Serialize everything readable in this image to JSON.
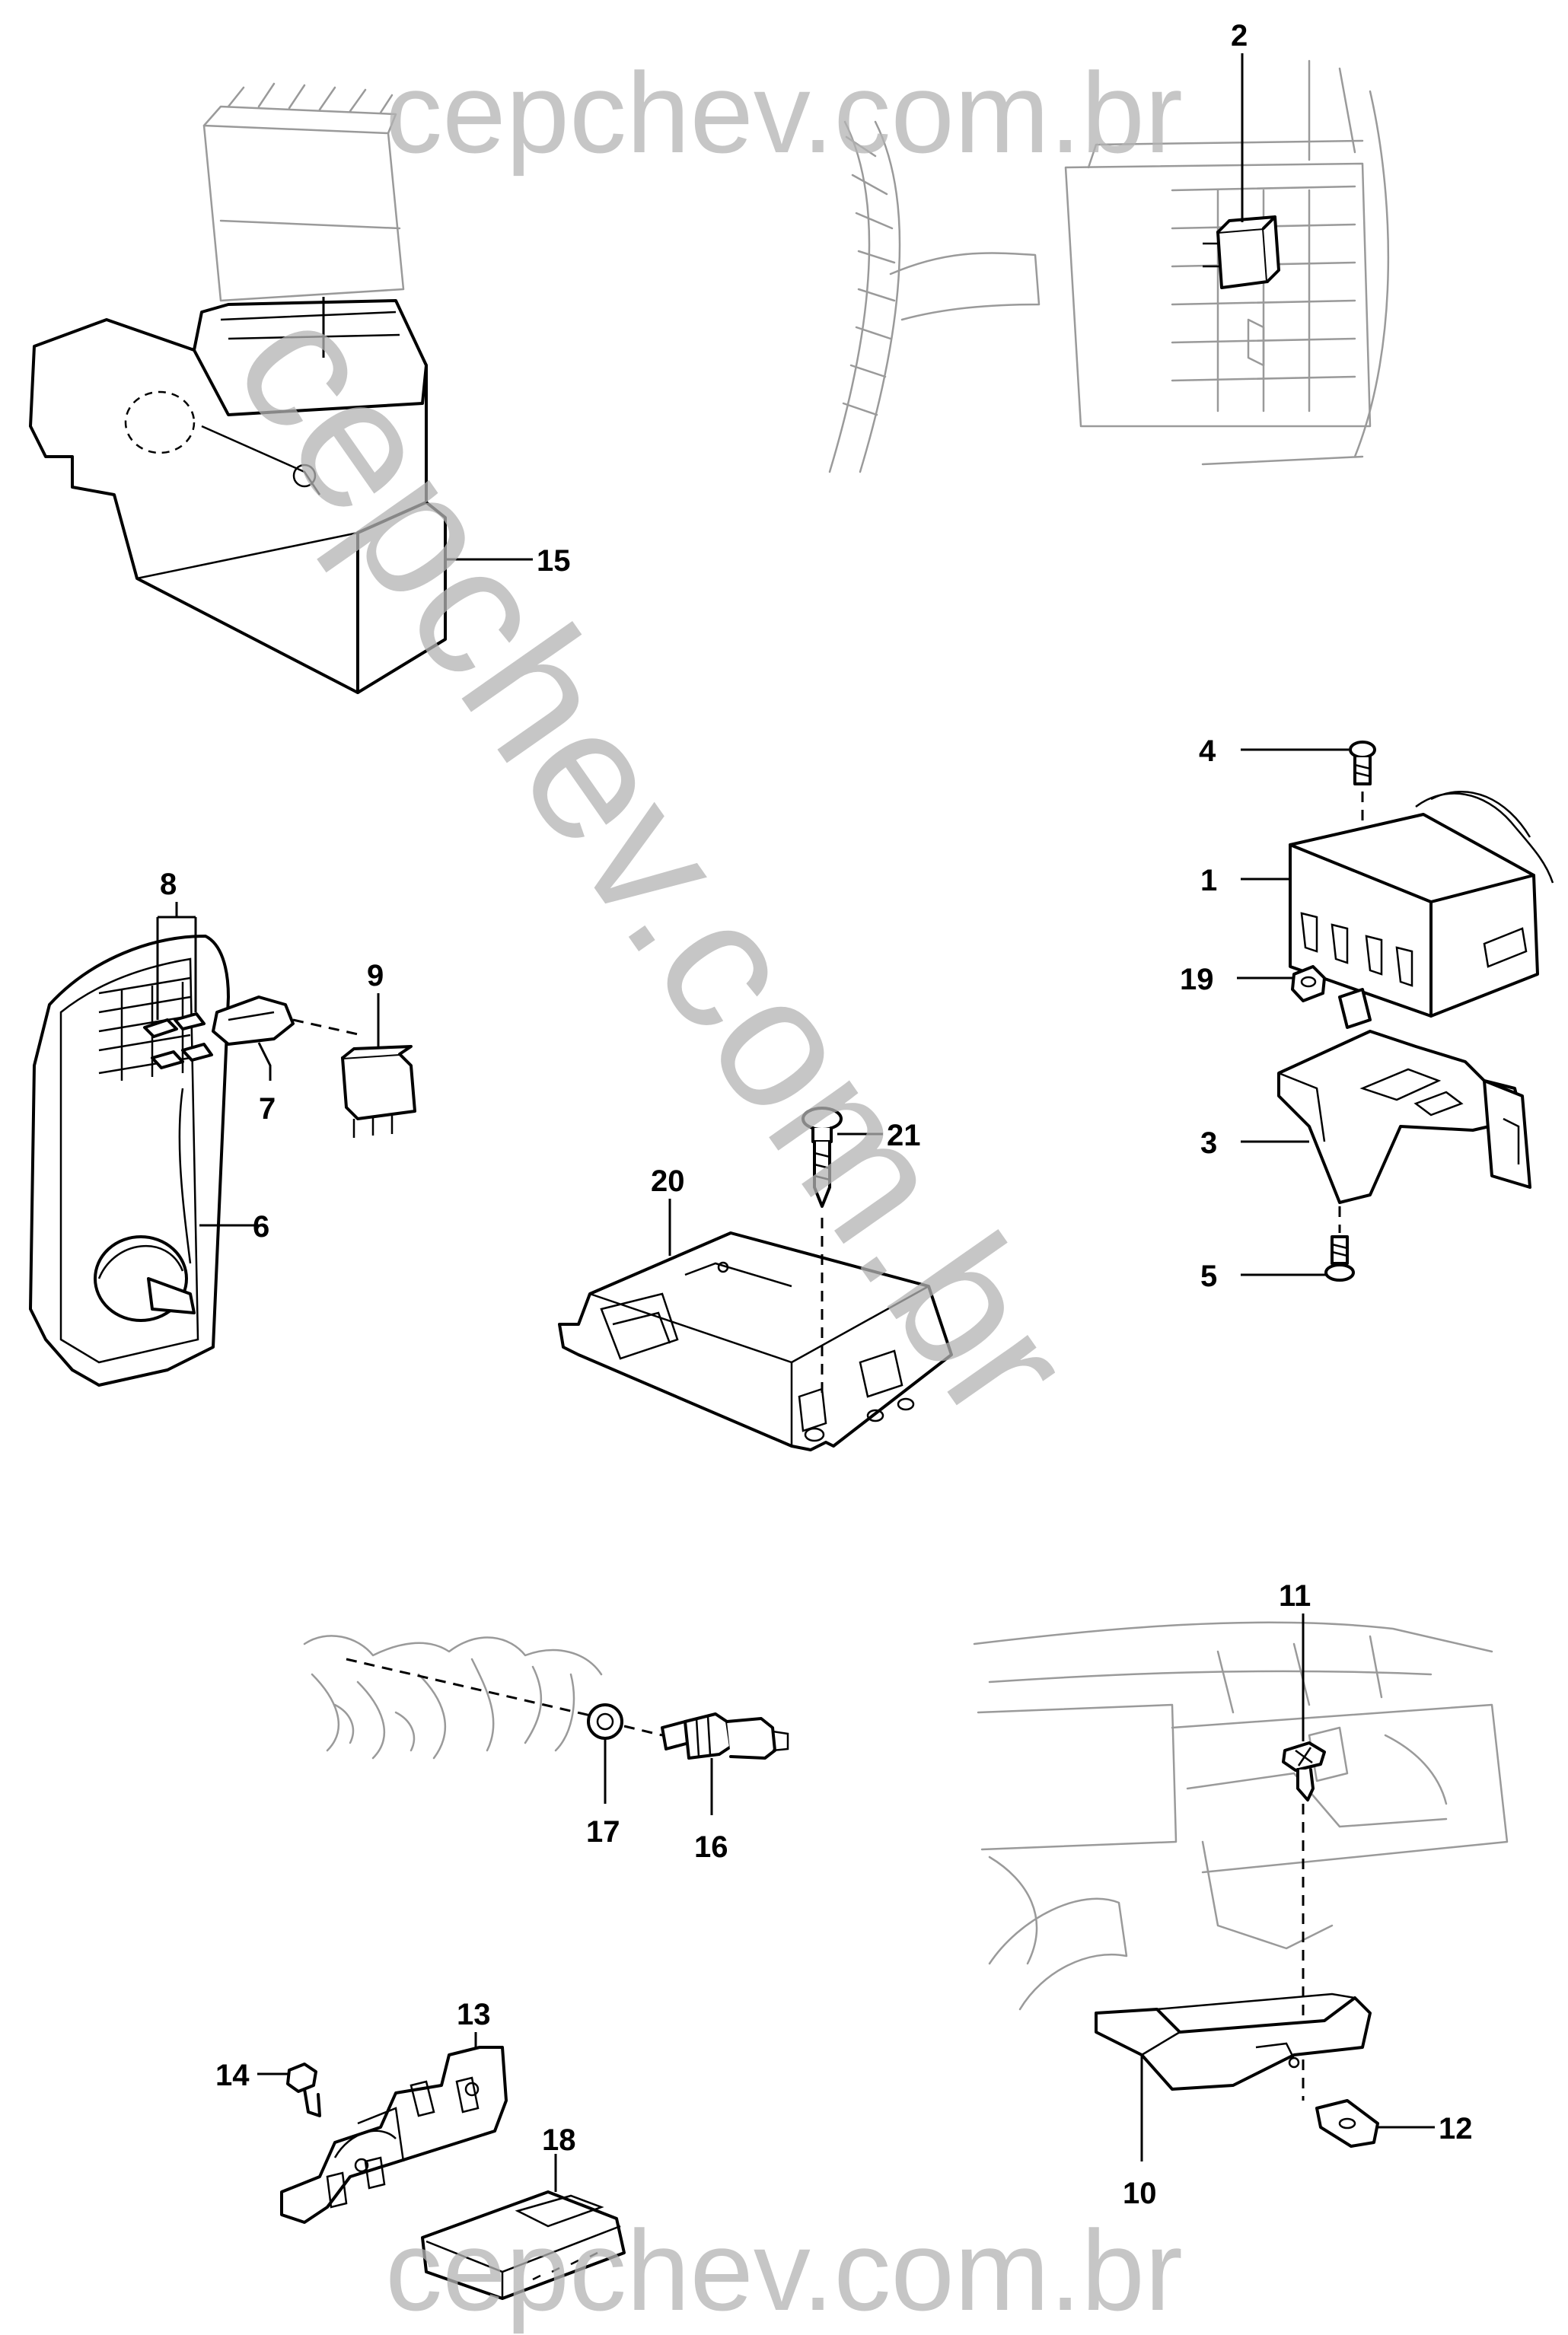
{
  "watermark": {
    "text_top": "cepchev.com.br",
    "text_diagonal": "cepchev.com.br",
    "text_bottom": "cepchev.com.br",
    "color": "#b4b4b4"
  },
  "callouts": {
    "c1": "1",
    "c2": "2",
    "c3": "3",
    "c4": "4",
    "c5": "5",
    "c6": "6",
    "c7": "7",
    "c8": "8",
    "c9": "9",
    "c10": "10",
    "c11": "11",
    "c12": "12",
    "c13": "13",
    "c14": "14",
    "c15": "15",
    "c16": "16",
    "c17": "17",
    "c18": "18",
    "c19": "19",
    "c20": "20",
    "c21": "21"
  }
}
